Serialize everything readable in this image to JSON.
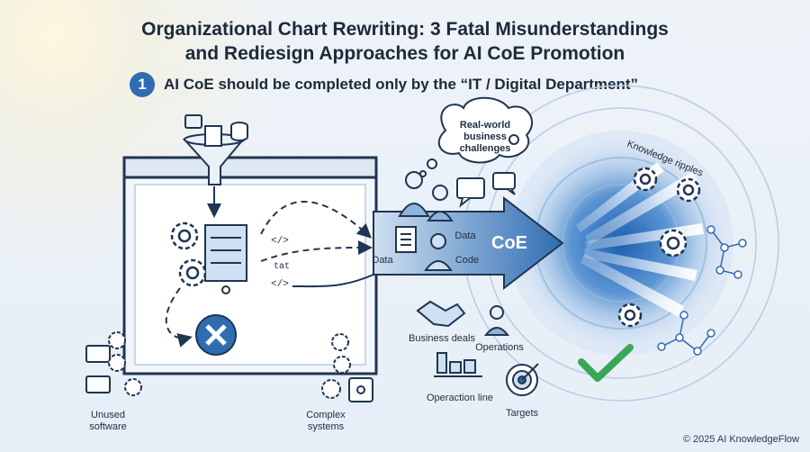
{
  "header": {
    "title_line1": "Organizational Chart Rewriting: 3 Fatal Misunderstandings",
    "title_line2": "and Rediesign Approaches for AI CoE Promotion",
    "badge_number": "1",
    "subtitle": "AI CoE should be completed only by the “IT / Digital Department”"
  },
  "diagram": {
    "thought_bubble": [
      "Real-world",
      "business",
      "challenges"
    ],
    "code_snippets": [
      "</>",
      "tat",
      "</>"
    ],
    "arrow_data_label": "Data",
    "arrow_data_label_2": "Data",
    "arrow_code_label": "Code",
    "coe_label": "CoE",
    "ripples_label": "Knowledge ripples",
    "left_labels": {
      "unused_software": [
        "Unused",
        "software"
      ],
      "complex_systems": [
        "Complex",
        "systems"
      ]
    },
    "bottom_labels": {
      "business_deals": "Business deals",
      "operations": "Operations",
      "operation_line": "Operaction line",
      "targets": "Targets"
    }
  },
  "colors": {
    "accent": "#2f6db3",
    "dark_line": "#1f3552",
    "light_blue": "#cfe0f2",
    "check_green": "#3aa657"
  },
  "footer": {
    "copyright": "© 2025 AI KnowledgeFlow"
  }
}
